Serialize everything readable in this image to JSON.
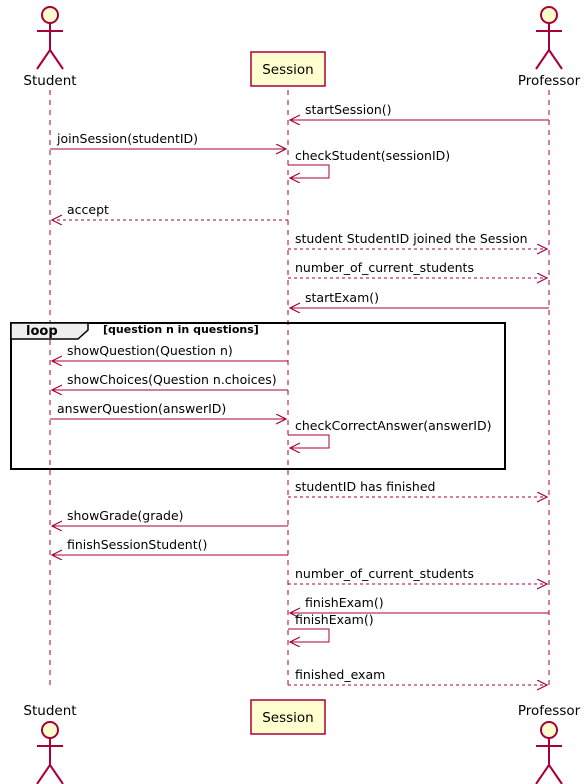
{
  "participants": {
    "student": {
      "name": "Student",
      "kind": "actor"
    },
    "session": {
      "name": "Session",
      "kind": "participant"
    },
    "professor": {
      "name": "Professor",
      "kind": "actor"
    }
  },
  "colors": {
    "lifeline": "#a80036",
    "arrow": "#a80036",
    "participant_fill": "#fefece",
    "participant_border": "#a80036",
    "loop_border": "#000000",
    "loop_tab_fill": "#eeeeee"
  },
  "messages": [
    {
      "label": "startSession()",
      "from": "professor",
      "to": "session",
      "style": "solid"
    },
    {
      "label": "joinSession(studentID)",
      "from": "student",
      "to": "session",
      "style": "solid"
    },
    {
      "label": "checkStudent(sessionID)",
      "from": "session",
      "to": "session",
      "style": "solid"
    },
    {
      "label": "accept",
      "from": "session",
      "to": "student",
      "style": "dashed"
    },
    {
      "label": "student StudentID joined the Session",
      "from": "session",
      "to": "professor",
      "style": "dashed"
    },
    {
      "label": "number_of_current_students",
      "from": "session",
      "to": "professor",
      "style": "dashed"
    },
    {
      "label": "startExam()",
      "from": "professor",
      "to": "session",
      "style": "solid"
    },
    {
      "label": "showQuestion(Question n)",
      "from": "session",
      "to": "student",
      "style": "solid"
    },
    {
      "label": "showChoices(Question n.choices)",
      "from": "session",
      "to": "student",
      "style": "solid"
    },
    {
      "label": "answerQuestion(answerID)",
      "from": "student",
      "to": "session",
      "style": "solid"
    },
    {
      "label": "checkCorrectAnswer(answerID)",
      "from": "session",
      "to": "session",
      "style": "solid"
    },
    {
      "label": "studentID has finished",
      "from": "session",
      "to": "professor",
      "style": "dashed"
    },
    {
      "label": "showGrade(grade)",
      "from": "session",
      "to": "student",
      "style": "solid"
    },
    {
      "label": "finishSessionStudent()",
      "from": "session",
      "to": "student",
      "style": "solid"
    },
    {
      "label": "number_of_current_students",
      "from": "session",
      "to": "professor",
      "style": "dashed"
    },
    {
      "label": "finishExam()",
      "from": "professor",
      "to": "session",
      "style": "solid"
    },
    {
      "label": "finishExam()",
      "from": "session",
      "to": "session",
      "style": "solid"
    },
    {
      "label": "finished_exam",
      "from": "session",
      "to": "professor",
      "style": "dashed"
    }
  ],
  "loop": {
    "keyword": "loop",
    "condition": "[question n in questions]",
    "first_message": 7,
    "last_message": 10
  }
}
